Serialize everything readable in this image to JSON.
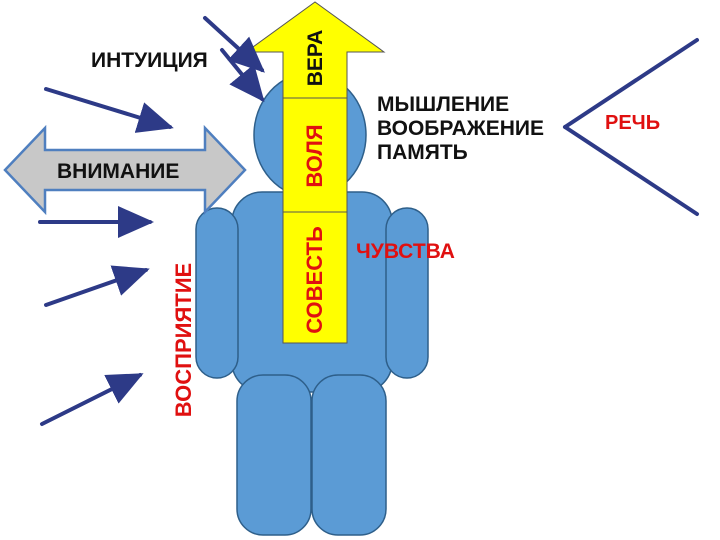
{
  "labels": {
    "intuition": "ИНТУИЦИЯ",
    "faith": "ВЕРА",
    "will": "ВОЛЯ",
    "conscience": "СОВЕСТЬ",
    "attention": "ВНИМАНИЕ",
    "perception": "ВОСПРИЯТИЕ",
    "thinking": "МЫШЛЕНИЕ",
    "imagination": "ВООБРАЖЕНИЕ",
    "memory": "ПАМЯТЬ",
    "feelings": "ЧУВСТВА",
    "speech": "РЕЧЬ"
  },
  "colors": {
    "figure_fill": "#5b9bd5",
    "figure_stroke": "#2e5f8a",
    "column_fill": "#ffff00",
    "column_stroke": "#555555",
    "gray_arrow_fill": "#c8c8c8",
    "gray_arrow_stroke": "#4f7fbf",
    "arrow_color": "#2d3a87",
    "text_dark": "#111111",
    "text_red": "#e01010"
  }
}
